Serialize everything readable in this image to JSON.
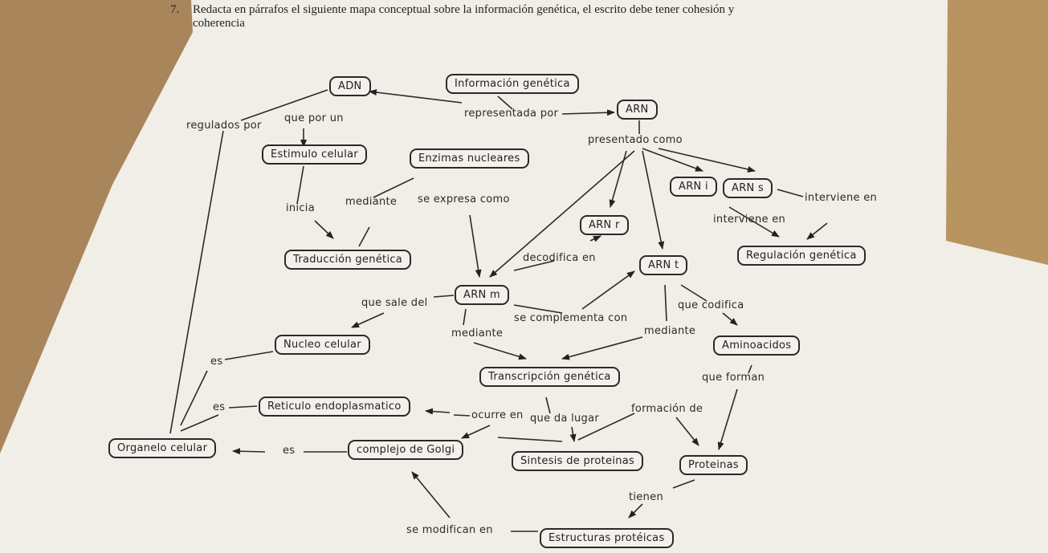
{
  "question": {
    "number": "7.",
    "line1": "Redacta en párrafos el siguiente mapa conceptual sobre la información genética, el escrito debe tener cohesión y",
    "line2": "coherencia"
  },
  "nodes": {
    "adn": "ADN",
    "informacion": "Información genética",
    "arn": "ARN",
    "estimulo": "Estimulo celular",
    "enzimas": "Enzimas nucleares",
    "arn_i": "ARN i",
    "arn_s": "ARN s",
    "arn_r": "ARN r",
    "regulacion": "Regulación genética",
    "traduccion": "Traducción genética",
    "arn_t": "ARN t",
    "arn_m": "ARN m",
    "nucleo": "Nucleo celular",
    "aminoacidos": "Aminoacidos",
    "transcripcion": "Transcripción genética",
    "reticulo": "Reticulo endoplasmatico",
    "organelo": "Organelo celular",
    "golgi": "complejo de Golgi",
    "sintesis": "Sintesis de proteinas",
    "proteinas": "Proteinas",
    "estructuras": "Estructuras protéicas"
  },
  "labels": {
    "regulados_por": "regulados por",
    "que_por_un": "que por un",
    "representada_por": "representada por",
    "presentado_como": "presentado como",
    "interviene_en_1": "interviene en",
    "interviene_en_2": "interviene en",
    "inicia": "inicia",
    "mediante_1": "mediante",
    "se_expresa_como": "se expresa como",
    "decodifica_en": "decodifica en",
    "que_sale_del": "que sale del",
    "que_codifica": "que codifica",
    "se_complementa_con": "se complementa con",
    "mediante_2": "mediante",
    "mediante_3": "mediante",
    "es_1": "es",
    "que_forman": "que forman",
    "es_2": "es",
    "ocurre_en": "ocurre en",
    "que_da_lugar": "que da lugar",
    "formacion_de": "formación de",
    "es_3": "es",
    "tienen": "tienen",
    "se_modifican_en": "se modifican en"
  }
}
